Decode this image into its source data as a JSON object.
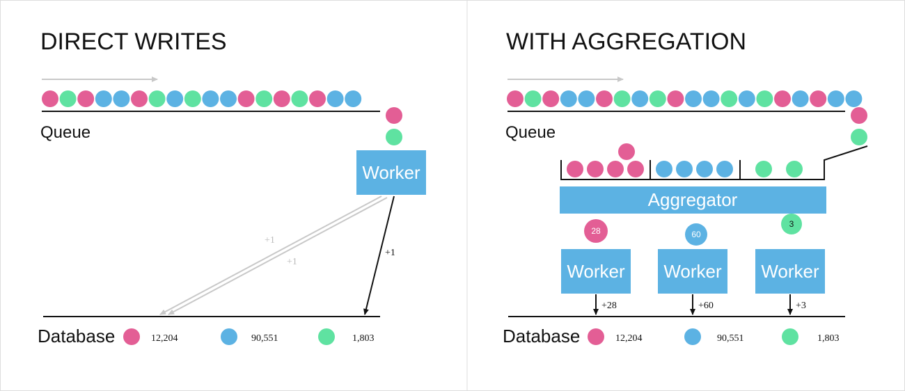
{
  "colors": {
    "pink": "#e35e95",
    "blue": "#5cb2e3",
    "green": "#5fe2a1",
    "box": "#5cb2e3",
    "grey_arrow": "#c8c8c8",
    "divider": "#dddddd"
  },
  "left": {
    "title": "DIRECT WRITES",
    "queue_label": "Queue",
    "queue_sequence": [
      "pink",
      "green",
      "pink",
      "blue",
      "blue",
      "pink",
      "green",
      "blue",
      "green",
      "blue",
      "blue",
      "pink",
      "green",
      "pink",
      "green",
      "pink",
      "blue",
      "blue"
    ],
    "dequeued": [
      "pink",
      "green"
    ],
    "worker_label": "Worker",
    "arrow_labels": {
      "faded_1": "+1",
      "faded_2": "+1",
      "active": "+1"
    },
    "database_label": "Database",
    "counts": [
      {
        "color": "pink",
        "value": "12,204"
      },
      {
        "color": "blue",
        "value": "90,551"
      },
      {
        "color": "green",
        "value": "1,803"
      }
    ]
  },
  "right": {
    "title": "WITH AGGREGATION",
    "queue_label": "Queue",
    "queue_sequence": [
      "pink",
      "green",
      "pink",
      "blue",
      "blue",
      "pink",
      "green",
      "blue",
      "green",
      "pink",
      "blue",
      "blue",
      "green",
      "blue",
      "green",
      "pink",
      "blue",
      "pink",
      "blue",
      "blue"
    ],
    "dequeued": [
      "pink",
      "green"
    ],
    "aggregator_label": "Aggregator",
    "buckets": [
      {
        "color": "pink",
        "dots": 4,
        "stacked": 1
      },
      {
        "color": "blue",
        "dots": 4,
        "stacked": 0
      },
      {
        "color": "green",
        "dots": 2,
        "stacked": 0
      }
    ],
    "badges": [
      {
        "color": "pink",
        "value": "28"
      },
      {
        "color": "blue",
        "value": "60"
      },
      {
        "color": "green",
        "value": "3"
      }
    ],
    "workers": [
      {
        "label": "Worker",
        "write": "+28"
      },
      {
        "label": "Worker",
        "write": "+60"
      },
      {
        "label": "Worker",
        "write": "+3"
      }
    ],
    "database_label": "Database",
    "counts": [
      {
        "color": "pink",
        "value": "12,204"
      },
      {
        "color": "blue",
        "value": "90,551"
      },
      {
        "color": "green",
        "value": "1,803"
      }
    ]
  }
}
